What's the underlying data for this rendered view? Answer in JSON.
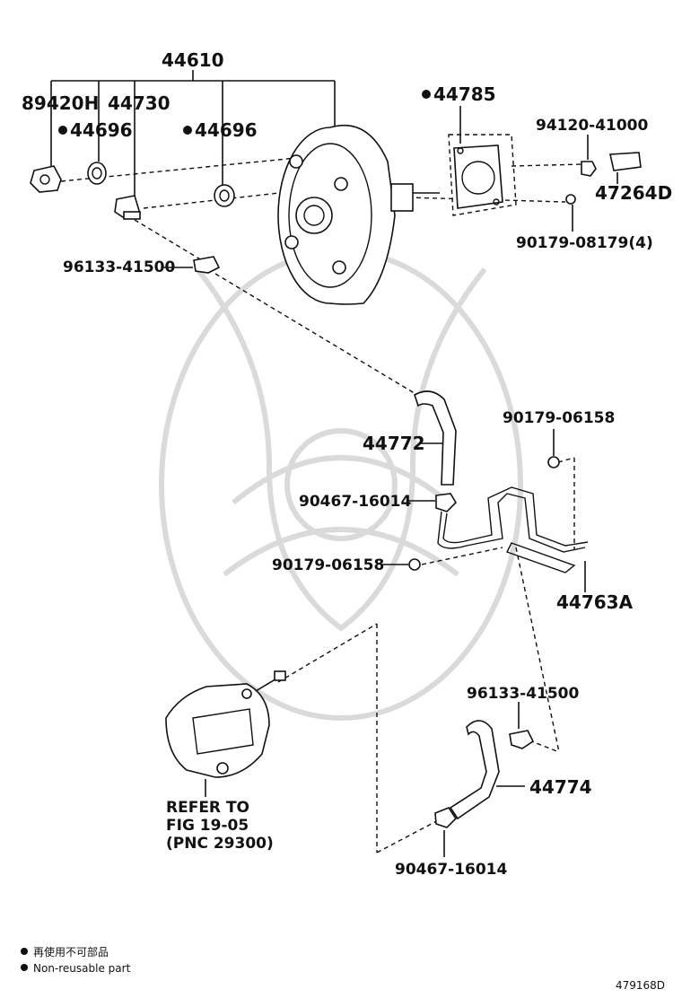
{
  "callouts": {
    "p44610": "44610",
    "p89420H": "89420H",
    "p44730": "44730",
    "p44696a": "44696",
    "p44696b": "44696",
    "p44785": "44785",
    "p94120": "94120-41000",
    "p47264D": "47264D",
    "p90179_08179": "90179-08179(4)",
    "p96133a": "96133-41500",
    "p44772": "44772",
    "p90179_06158a": "90179-06158",
    "p90467a": "90467-16014",
    "p90179_06158b": "90179-06158",
    "p44763A": "44763A",
    "p96133b": "96133-41500",
    "p44774": "44774",
    "p90467b": "90467-16014"
  },
  "refer": {
    "line1": "REFER TO",
    "line2": "FIG 19-05",
    "line3": "(PNC 29300)"
  },
  "legend": {
    "zh": "再使用不可部品",
    "en": "Non-reusable part"
  },
  "figure_id": "479168D"
}
